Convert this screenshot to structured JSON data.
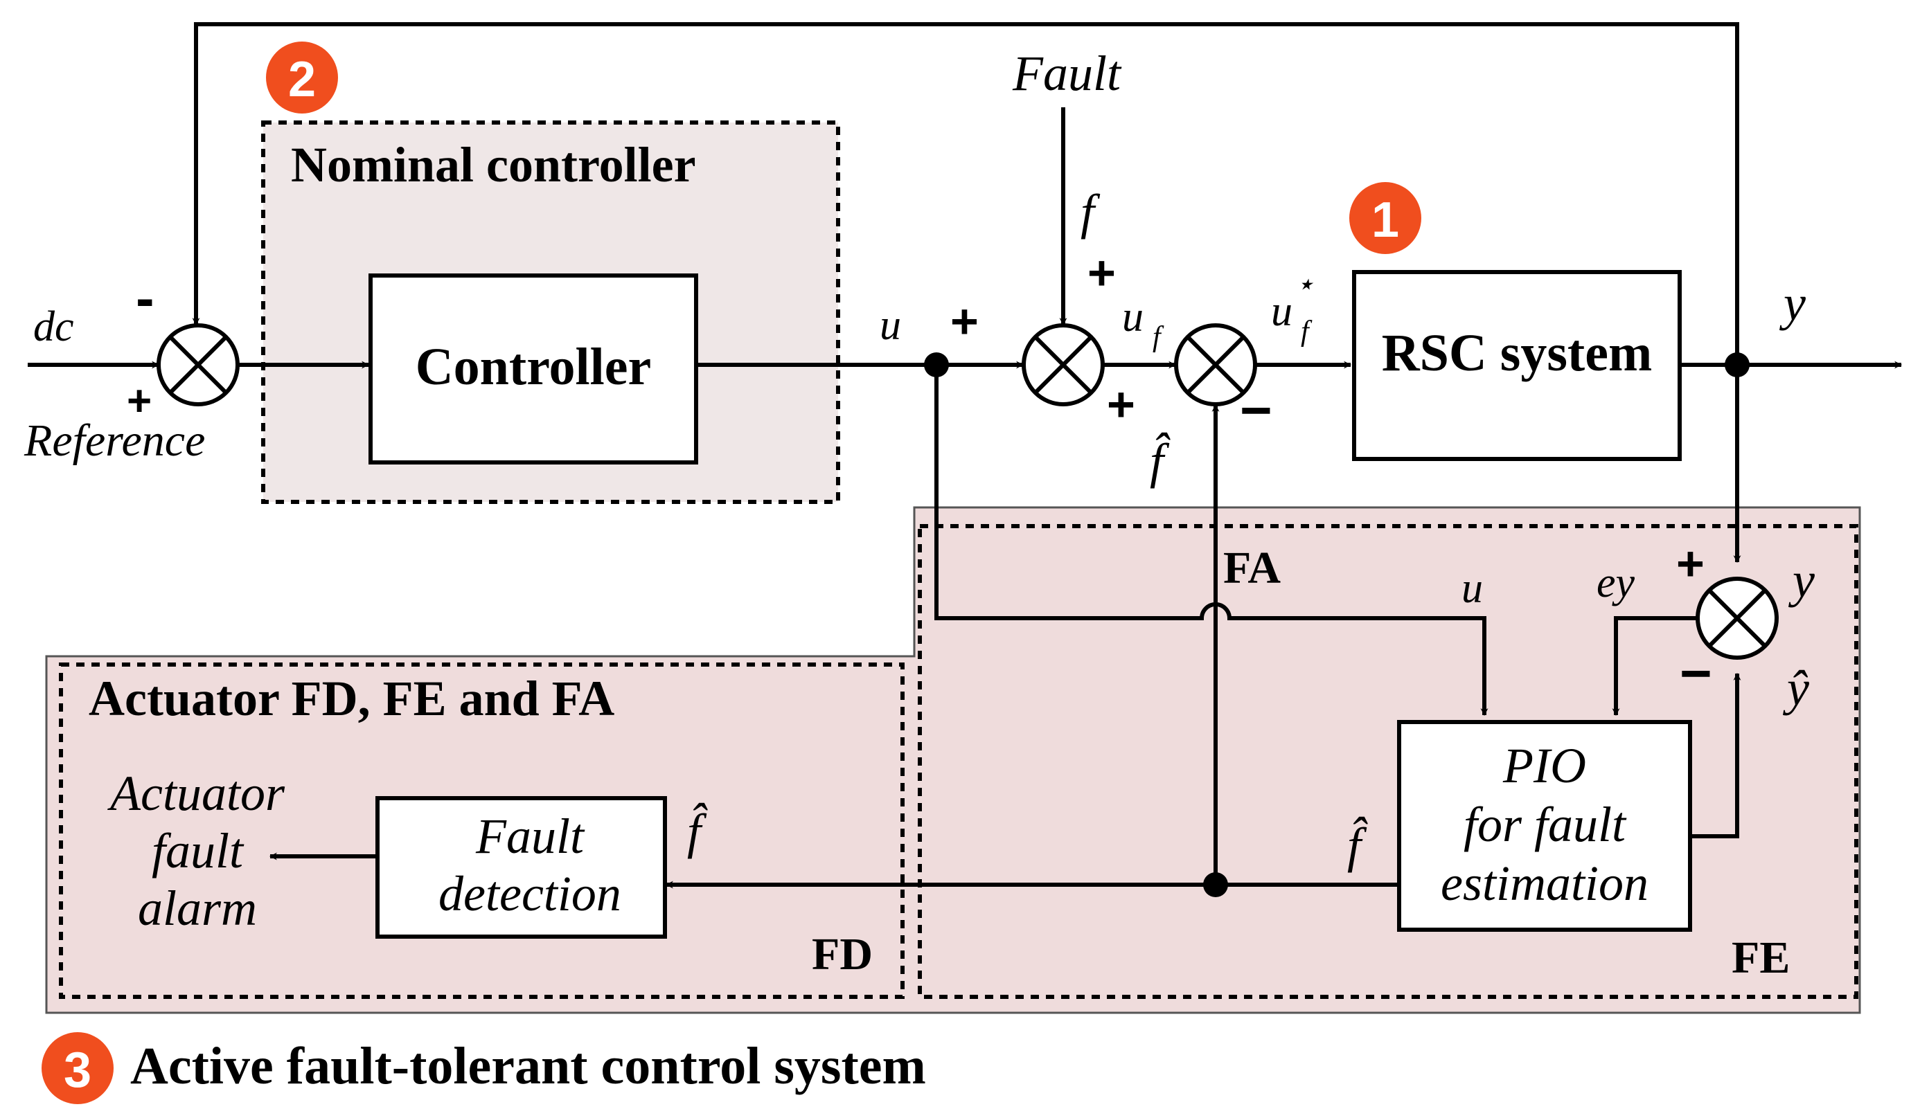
{
  "colors": {
    "badge": "#f04e1e",
    "nominal_region_fill": "#efe7e7",
    "active_region_fill": "#efdcdc",
    "line": "#000000"
  },
  "badges": {
    "rsc": "1",
    "nominal": "2",
    "active": "3"
  },
  "regions": {
    "nominal_title": "Nominal controller",
    "active_title": "Actuator FD, FE and FA",
    "fa_label": "FA",
    "fd_label": "FD",
    "fe_label": "FE",
    "caption": "Active fault-tolerant control system"
  },
  "blocks": {
    "controller": "Controller",
    "rsc": "RSC system",
    "pio": [
      "PIO",
      "for fault",
      "estimation"
    ],
    "fault_detection": [
      "Fault",
      "detection"
    ]
  },
  "signals": {
    "dc": "dc",
    "reference": "Reference",
    "fault": "Fault",
    "f": "f",
    "u": "u",
    "u_f": "u",
    "u_f_sub": "f",
    "u_f_star": "u",
    "u_f_star_sub": "f",
    "u_f_star_sup": "⋆",
    "y": "y",
    "f_hat": "f̂",
    "ey": "ey",
    "y_hat": "ŷ",
    "alarm": [
      "Actuator",
      "fault",
      "alarm"
    ]
  },
  "signs": {
    "plus": "+",
    "minus": "-",
    "minus_bar": "−"
  }
}
